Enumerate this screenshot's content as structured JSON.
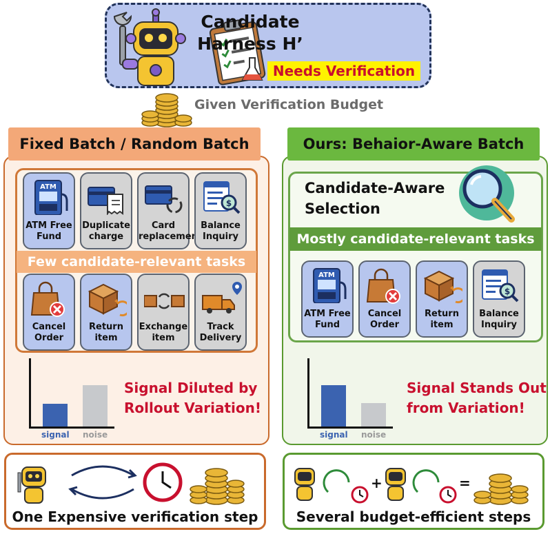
{
  "top": {
    "title_line1": "Candidate",
    "title_line2": "Harness H’",
    "badge": "Needs Verification"
  },
  "budget_label": "Given Verification Budget",
  "left": {
    "header": "Fixed Batch / Random Batch",
    "band": "Few candidate-relevant tasks",
    "tasks_row1": [
      "ATM Free Fund",
      "Duplicate charge",
      "Card replacement",
      "Balance Inquiry"
    ],
    "tasks_row2": [
      "Cancel Order",
      "Return item",
      "Exchange item",
      "Track Delivery"
    ],
    "message_line1": "Signal Diluted by",
    "message_line2": "Rollout Variation!",
    "bottom_caption": "One Expensive verification step"
  },
  "right": {
    "header": "Ours: Behaior-Aware Batch",
    "selection_line1": "Candidate-Aware",
    "selection_line2": "Selection",
    "band": "Mostly candidate-relevant tasks",
    "tasks": [
      "ATM Free Fund",
      "Cancel Order",
      "Return item",
      "Balance Inquiry"
    ],
    "message_line1": "Signal Stands Out",
    "message_line2": "from Variation!",
    "bottom_caption": "Several budget-efficient steps"
  },
  "icons": {
    "robot": "robot-icon",
    "clipboard": "clipboard-icon",
    "coins": "coins-icon",
    "magnifier": "magnifier-icon",
    "clock": "clock-icon",
    "cycle": "cycle-arrows-icon"
  },
  "colors": {
    "left_accent": "#f3a878",
    "right_accent": "#6bb83f",
    "signal_bar": "#3b63b0",
    "noise_bar": "#c7c9cc",
    "alert_text": "#c8102e"
  },
  "chart_data": [
    {
      "type": "bar",
      "categories": [
        "signal",
        "noise"
      ],
      "values": [
        0.34,
        0.62
      ],
      "title": "",
      "xlabel": "",
      "ylabel": "",
      "ylim": [
        0,
        1
      ]
    },
    {
      "type": "bar",
      "categories": [
        "signal",
        "noise"
      ],
      "values": [
        0.63,
        0.35
      ],
      "title": "",
      "xlabel": "",
      "ylabel": "",
      "ylim": [
        0,
        1
      ]
    }
  ]
}
